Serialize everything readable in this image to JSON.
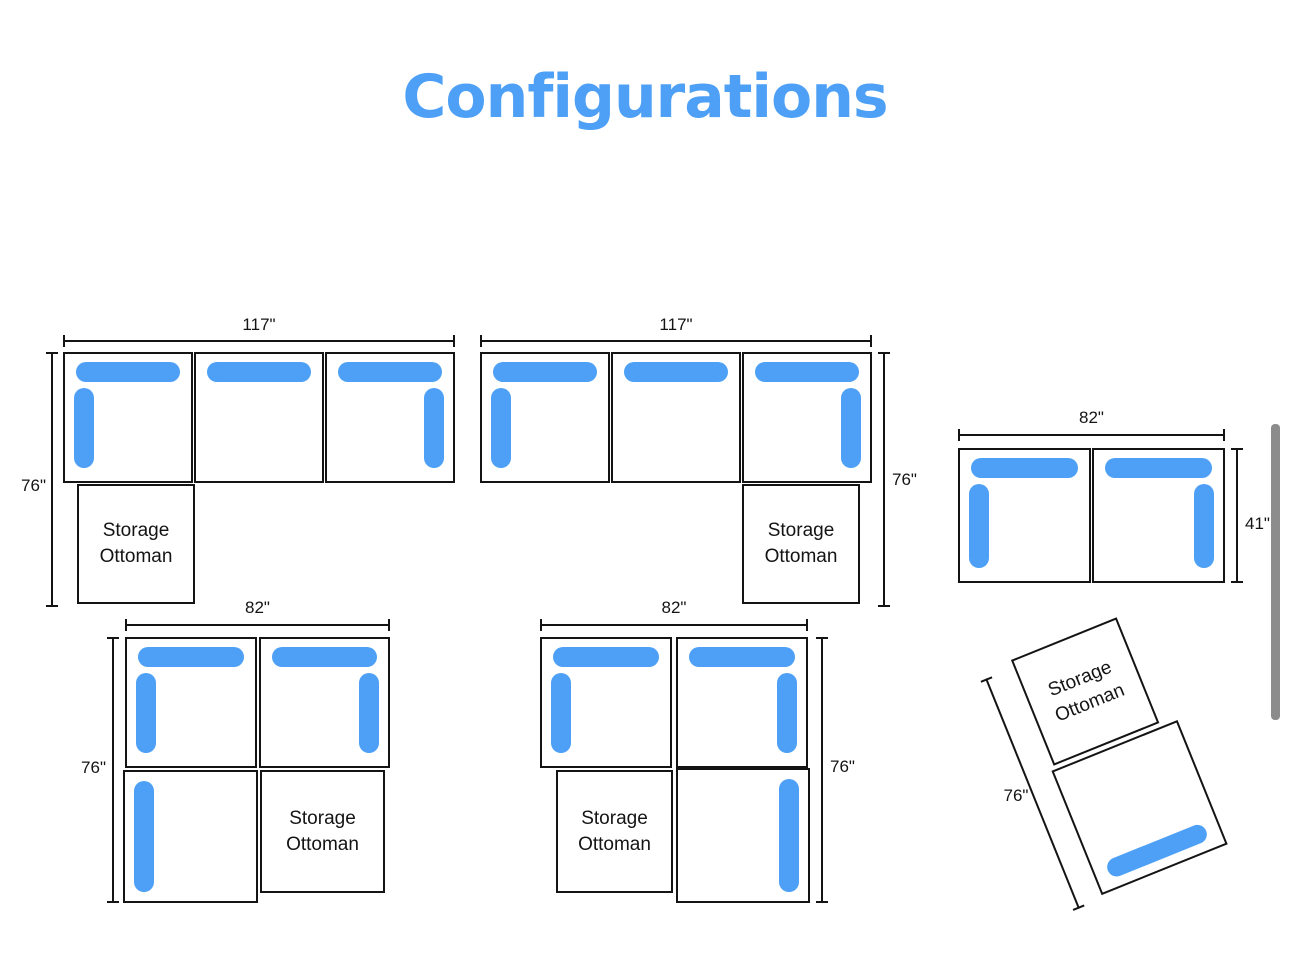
{
  "title": "Configurations",
  "colors": {
    "accent": "#4DA0F5",
    "outline": "#141414",
    "scrollbar": "#8C8C8C"
  },
  "configs": {
    "c1": {
      "width": "117\"",
      "depth": "76\"",
      "ottoman": "Storage Ottoman"
    },
    "c2": {
      "width": "117\"",
      "depth": "76\"",
      "ottoman": "Storage Ottoman"
    },
    "c3": {
      "width": "82\"",
      "depth": "41\""
    },
    "c4": {
      "width": "82\"",
      "depth": "76\"",
      "ottoman": "Storage Ottoman"
    },
    "c5": {
      "width": "82\"",
      "depth": "76\"",
      "ottoman": "Storage Ottoman"
    },
    "c6": {
      "length": "76\"",
      "ottoman": "Storage Ottoman"
    }
  }
}
